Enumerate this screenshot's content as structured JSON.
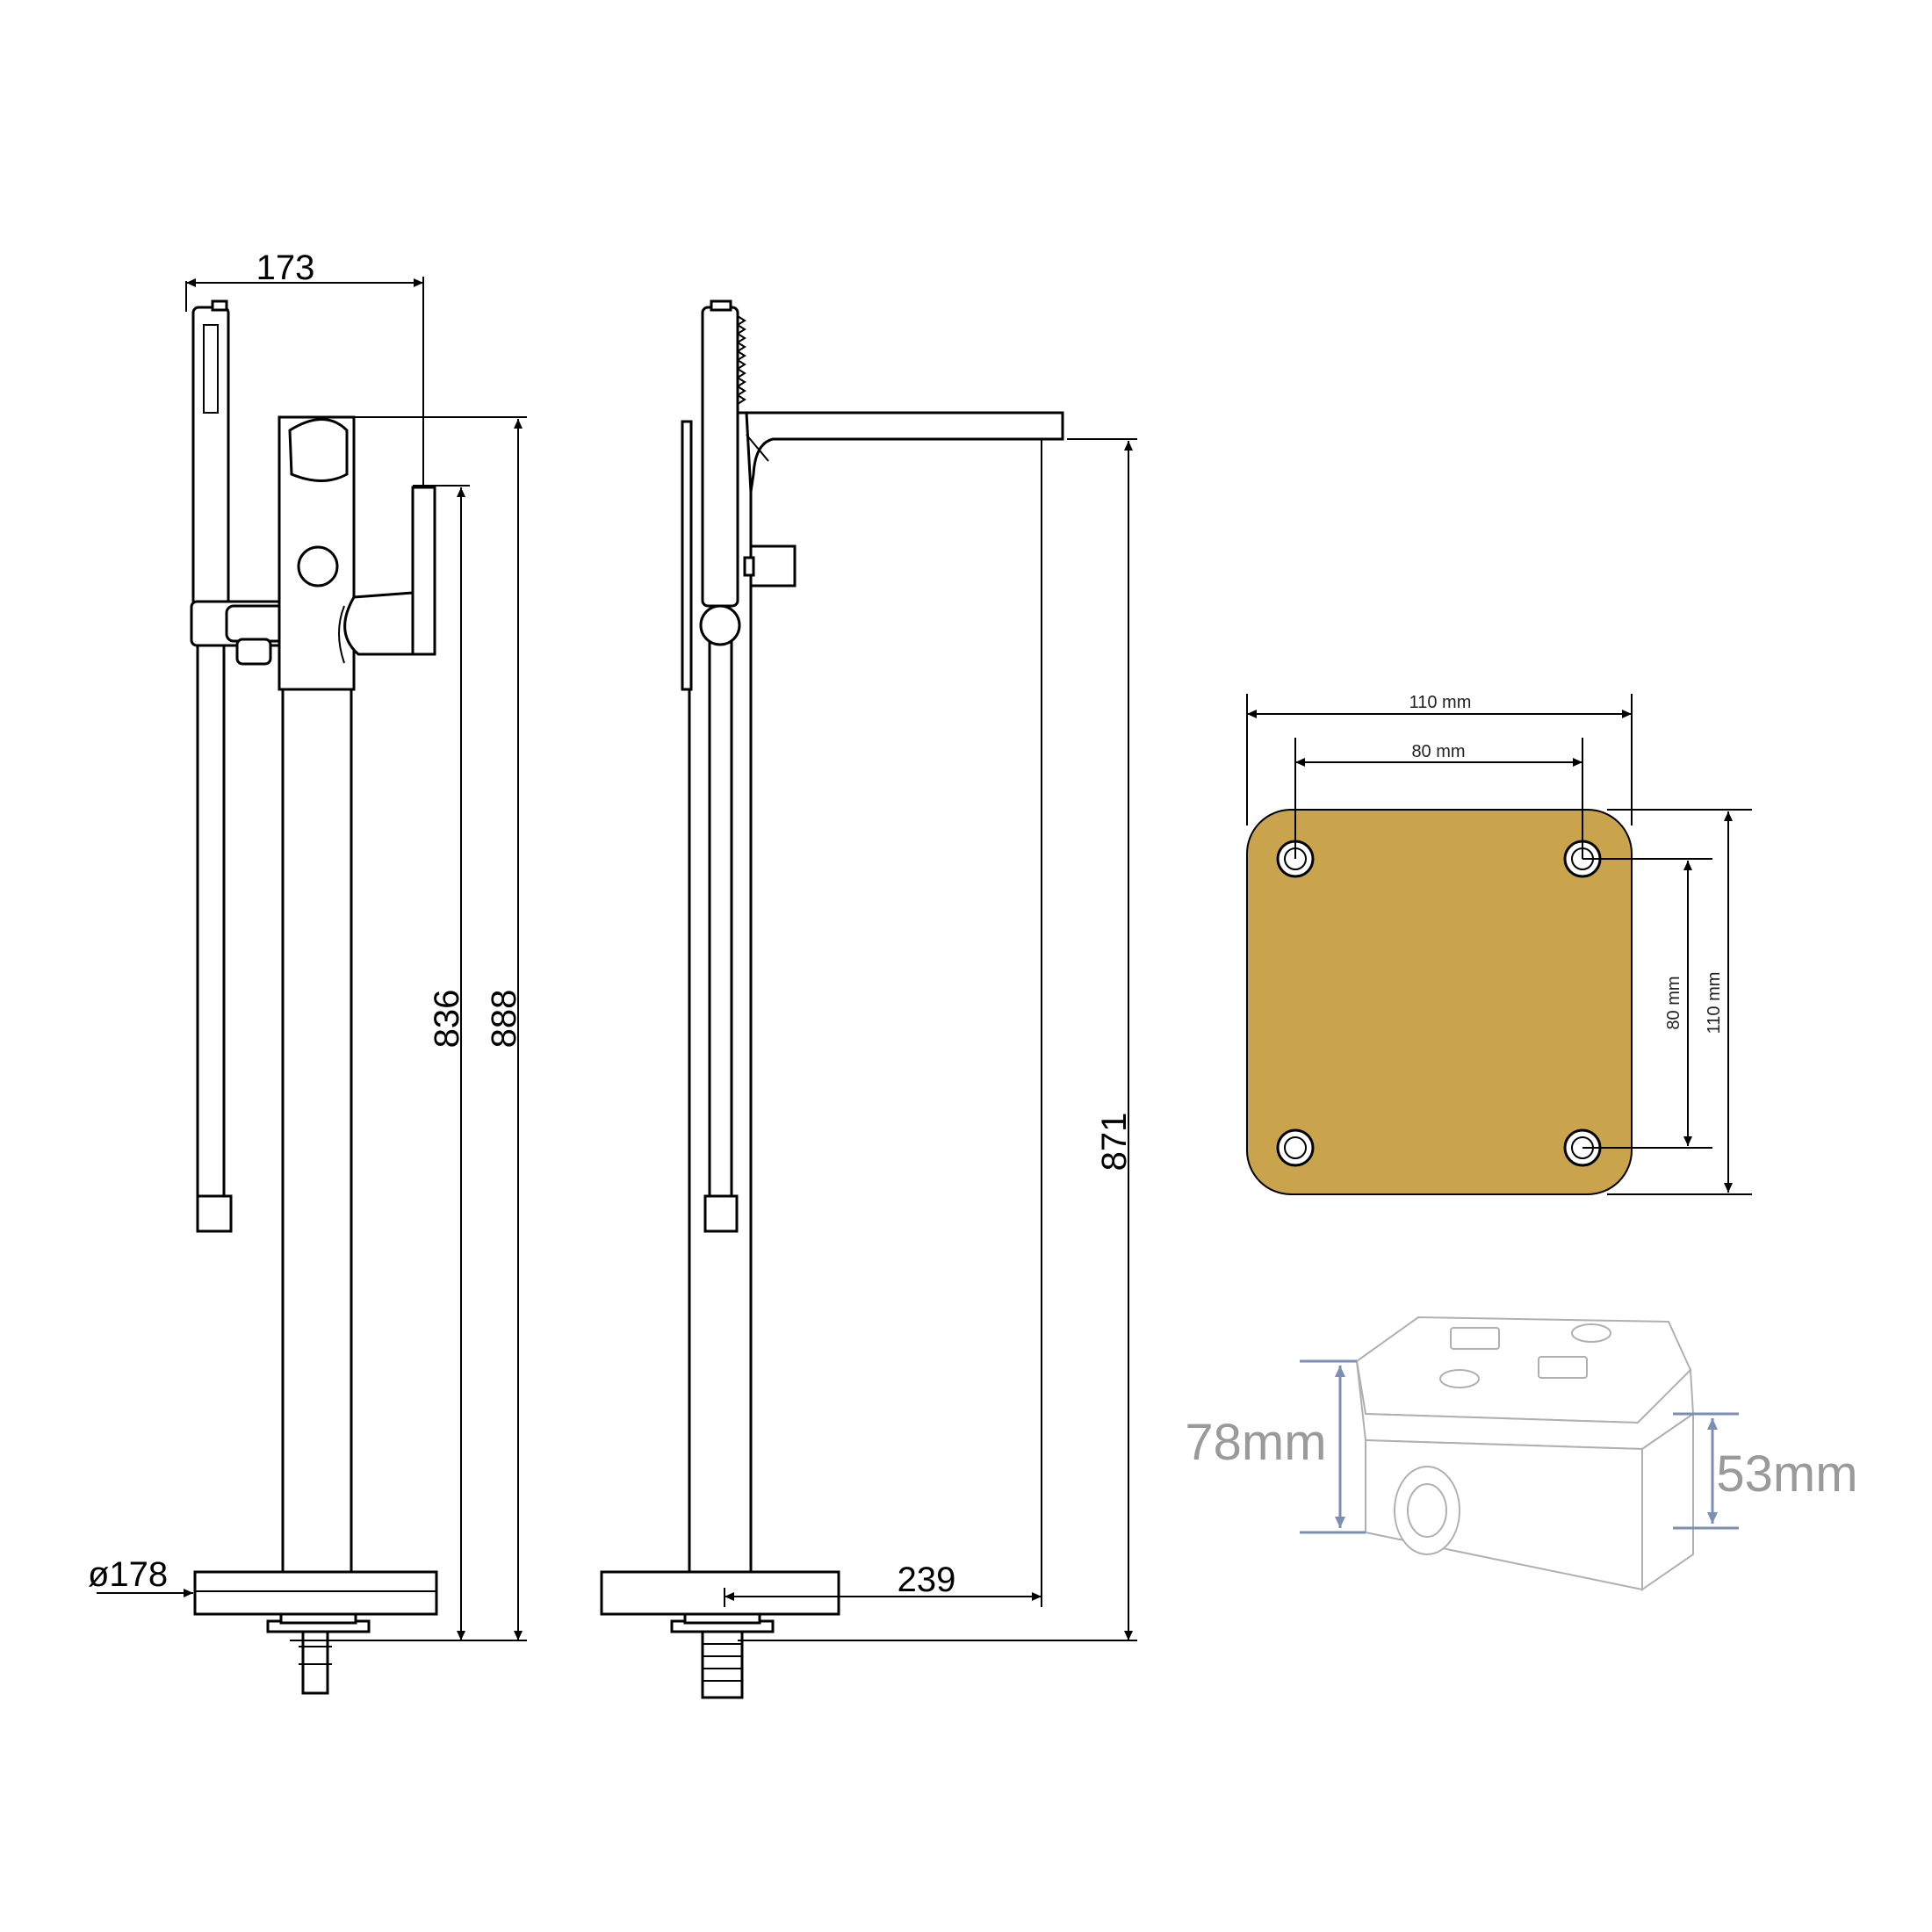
{
  "colors": {
    "plate": "#c9a44c",
    "line": "#000000",
    "box_outline": "#b0b0b0",
    "box_dim": "#7a8fb3"
  },
  "front_view": {
    "width_label": "173",
    "height_836_label": "836",
    "height_888_label": "888",
    "base_diameter_label": "ø178"
  },
  "side_view": {
    "spout_reach_label": "239",
    "height_871_label": "871"
  },
  "mounting_plate": {
    "outer_width_label": "110 mm",
    "hole_spacing_width_label": "80 mm",
    "hole_spacing_height_label": "80 mm",
    "outer_height_label": "110 mm"
  },
  "junction_box": {
    "total_height_label": "78mm",
    "body_height_label": "53mm"
  }
}
